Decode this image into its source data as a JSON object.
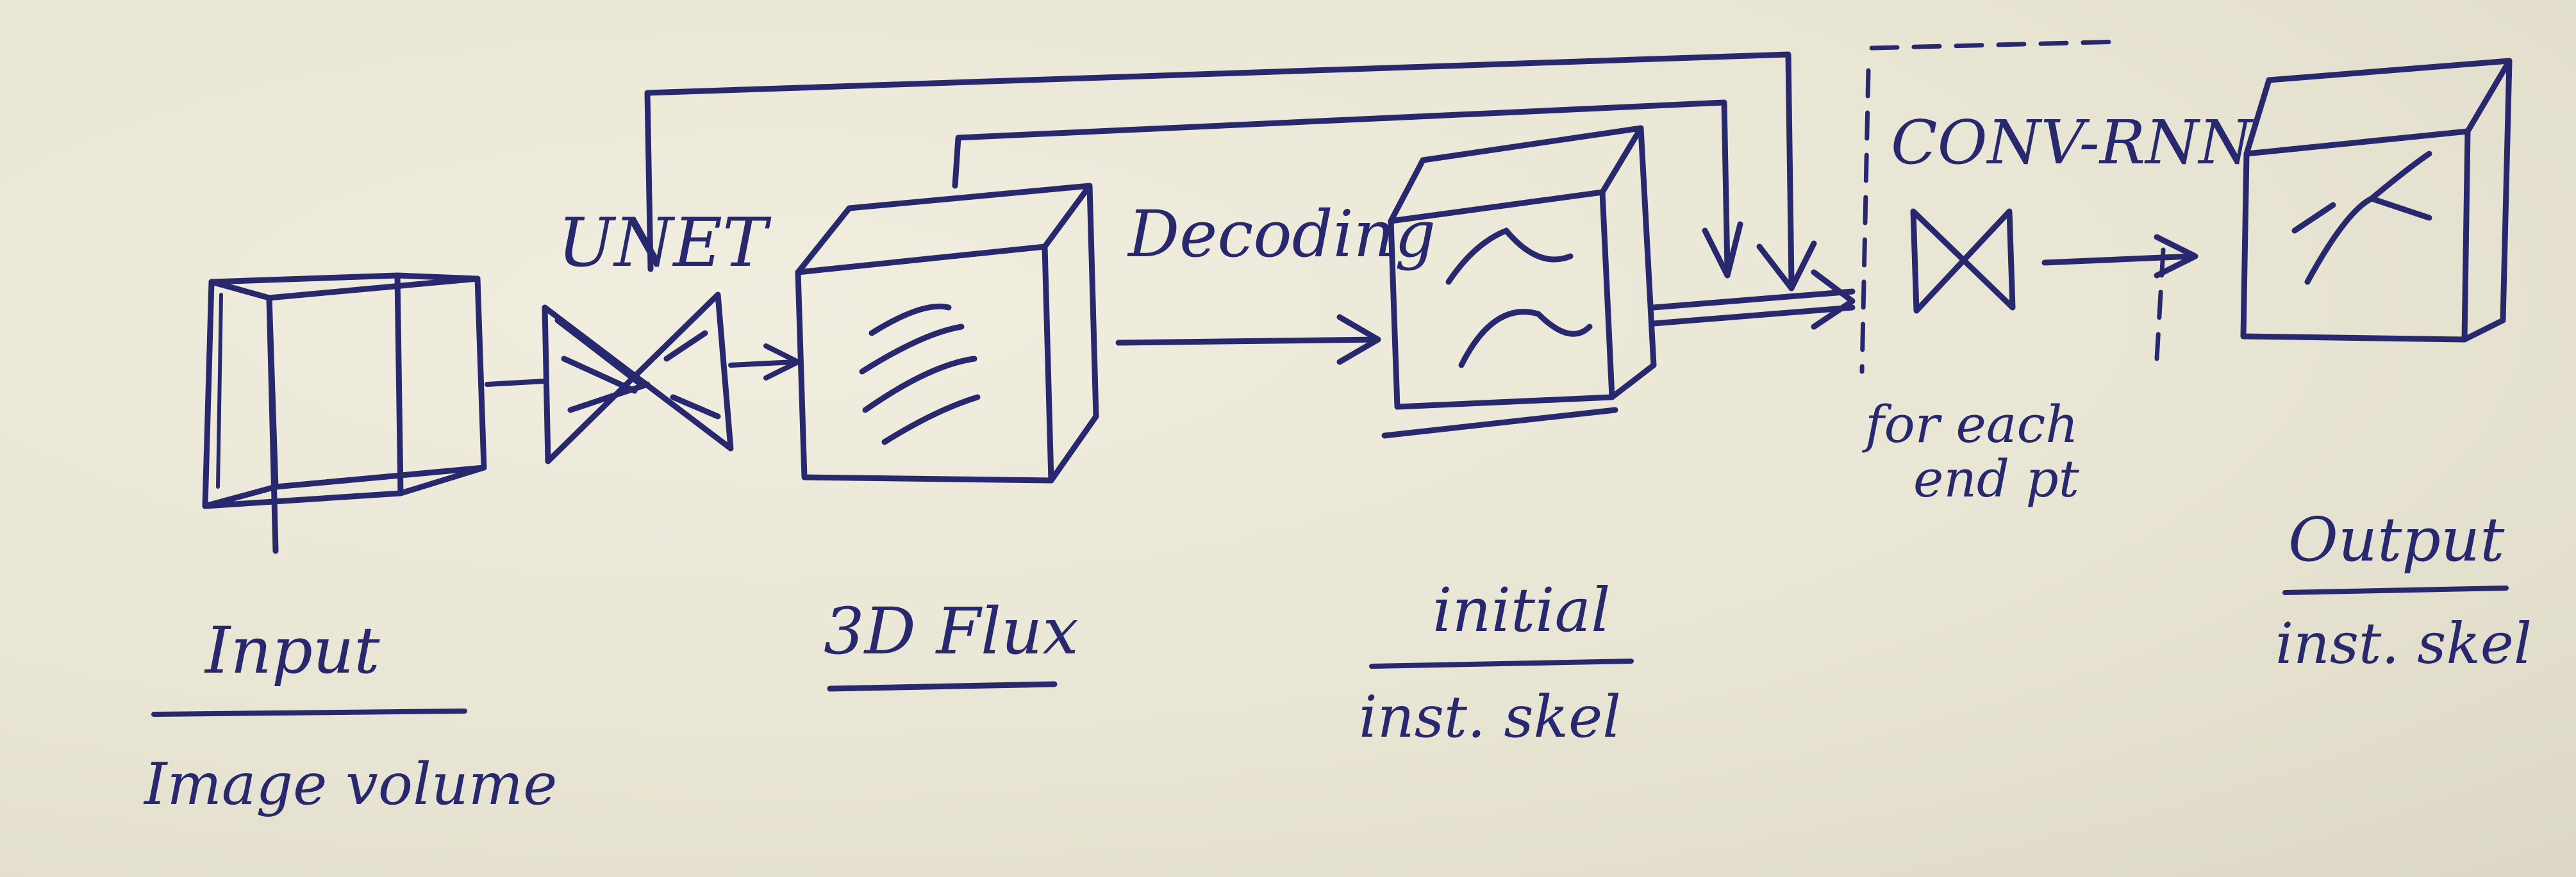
{
  "labels": {
    "unet": "UNET",
    "decoding": "Decoding",
    "conv_rnn": "CONV-RNN",
    "for_each_end_pt_line1": "for each",
    "for_each_end_pt_line2": "end pt",
    "input_title": "Input",
    "input_caption": "Image volume",
    "flux_title": "3D Flux",
    "initial_title": "initial",
    "initial_caption": "inst. skel",
    "output_title": "Output",
    "output_caption": "inst. skel"
  },
  "colors": {
    "paper": "#ece8d8",
    "ink": "#27286e"
  }
}
